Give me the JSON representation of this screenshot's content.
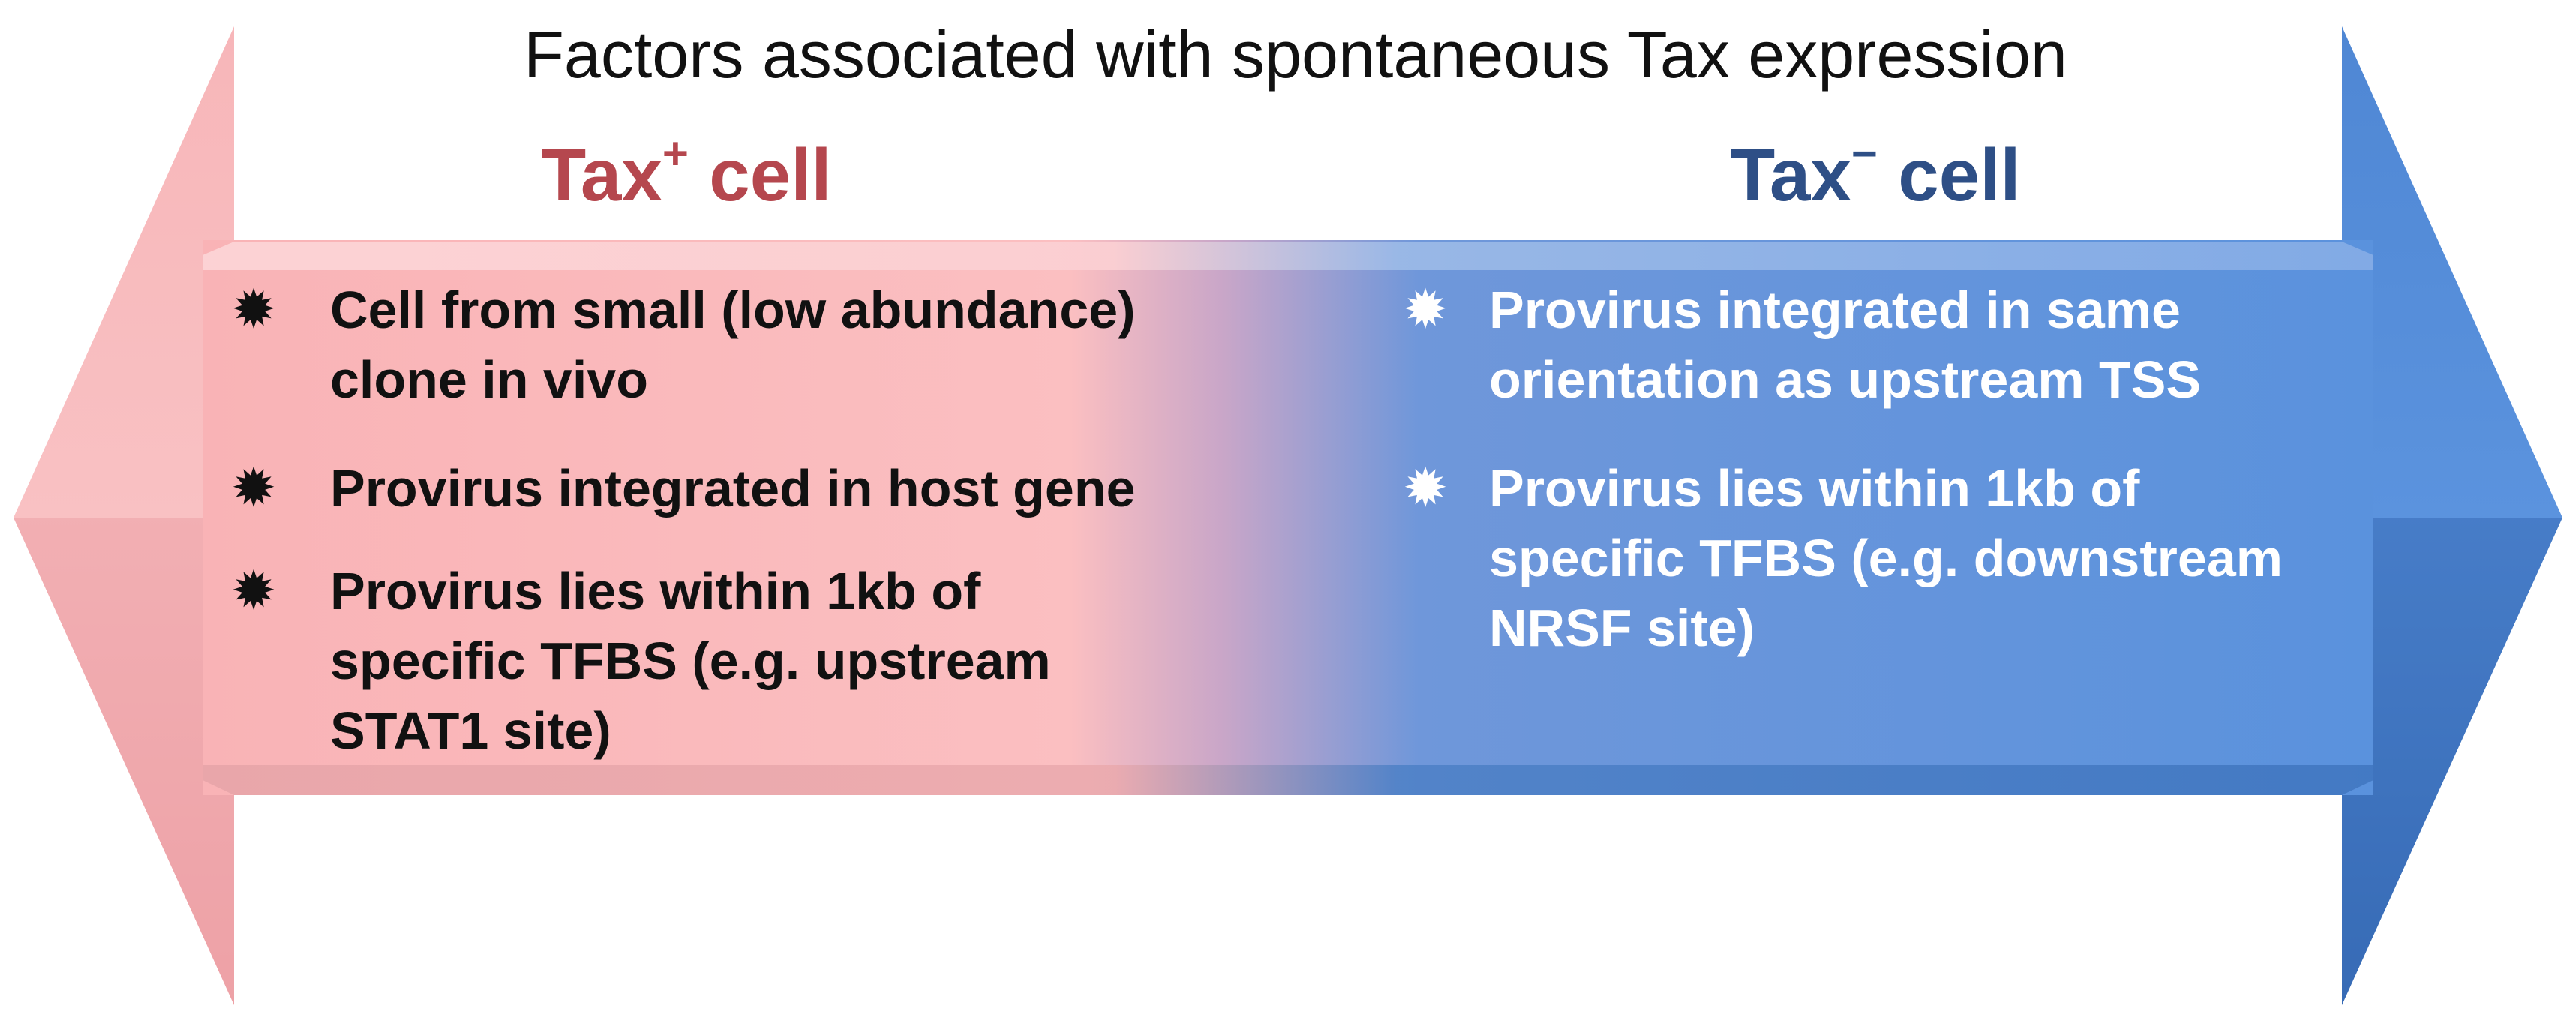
{
  "title": "Factors associated with spontaneous Tax expression",
  "left": {
    "heading": "Tax",
    "heading_sup": "+",
    "heading_suffix": " cell",
    "color": "#b5474e",
    "bullet": "✹",
    "items": [
      [
        "Cell from small (low abundance)",
        "clone in vivo"
      ],
      [
        "Provirus integrated in host gene"
      ],
      [
        "Provirus lies within 1kb of",
        "specific TFBS (e.g. upstream",
        "STAT1 site)"
      ]
    ]
  },
  "right": {
    "heading": "Tax",
    "heading_sup": "−",
    "heading_suffix": " cell",
    "color": "#2e4f86",
    "bullet": "✹",
    "items": [
      [
        "Provirus integrated in same",
        "orientation as upstream TSS"
      ],
      [
        "Provirus lies within 1kb of",
        "specific TFBS (e.g. downstream",
        "NRSF site)"
      ]
    ]
  },
  "colors": {
    "pink": "#fbbfbf",
    "blue": "#5b93de",
    "dark_blue": "#3f7ac8"
  }
}
